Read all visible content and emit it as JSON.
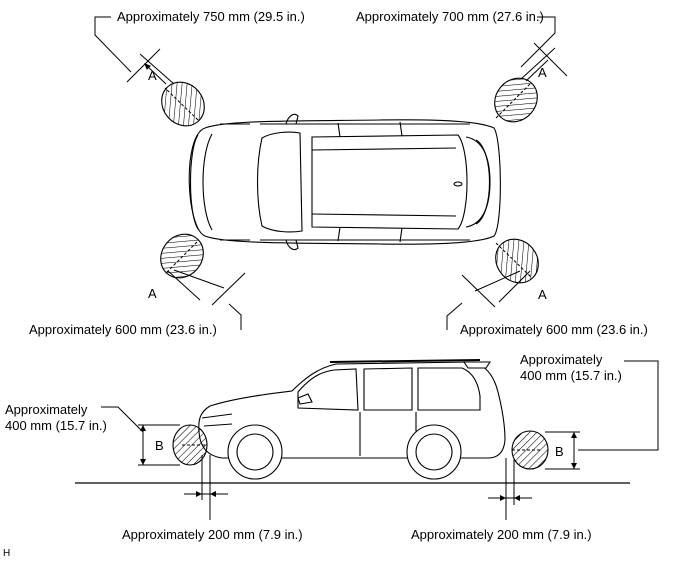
{
  "callouts": {
    "front_left_top": "Approximately 750 mm (29.5 in.)",
    "front_right_top": "Approximately 700 mm (27.6 in.)",
    "rear_left_top": "Approximately 600 mm (23.6 in.)",
    "rear_right_top": "Approximately 600 mm (23.6 in.)",
    "front_height_line1": "Approximately",
    "front_height_line2": "400 mm (15.7 in.)",
    "rear_height_line1": "Approximately",
    "rear_height_line2": "400 mm (15.7 in.)",
    "front_offset": "Approximately 200 mm (7.9 in.)",
    "rear_offset": "Approximately 200 mm (7.9 in.)"
  },
  "dimension_letters": {
    "a": "A",
    "b": "B"
  },
  "figure_code": "H"
}
